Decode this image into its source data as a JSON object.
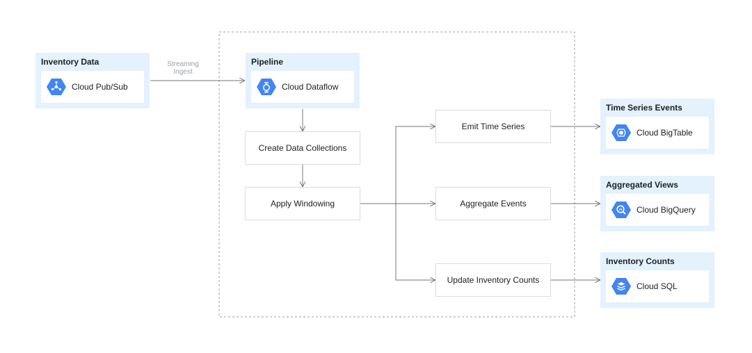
{
  "source": {
    "title": "Inventory Data",
    "service": "Cloud Pub/Sub",
    "icon": "pubsub-icon"
  },
  "ingest_label": {
    "line1": "Streaming",
    "line2": "Ingest"
  },
  "pipeline": {
    "title": "Pipeline",
    "service": "Cloud Dataflow",
    "icon": "dataflow-icon",
    "steps": {
      "create": "Create Data Collections",
      "window": "Apply Windowing",
      "emit": "Emit Time Series",
      "aggregate": "Aggregate Events",
      "update": "Update Inventory Counts"
    }
  },
  "sinks": [
    {
      "title": "Time Series Events",
      "service": "Cloud BigTable",
      "icon": "bigtable-icon"
    },
    {
      "title": "Aggregated Views",
      "service": "Cloud BigQuery",
      "icon": "bigquery-icon"
    },
    {
      "title": "Inventory Counts",
      "service": "Cloud SQL",
      "icon": "cloud-sql-icon"
    }
  ],
  "colors": {
    "group_bg": "#e3f2fd",
    "icon_blue": "#4285f4",
    "line": "#757575",
    "dashed_border": "#9e9e9e"
  }
}
